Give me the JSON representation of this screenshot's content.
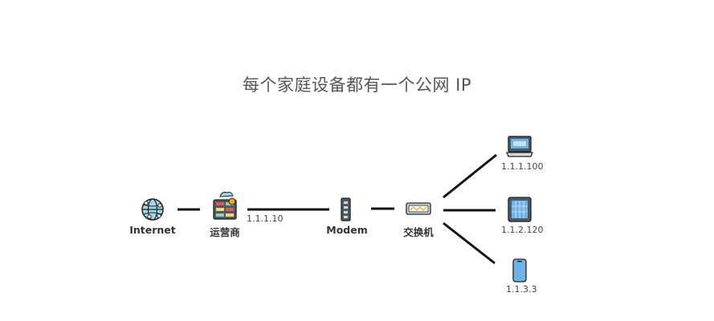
{
  "title": "每个家庭设备都有一个公网 IP",
  "nodes": {
    "internet": {
      "label": "Internet",
      "icon": "globe-icon"
    },
    "isp": {
      "label": "运营商",
      "icon": "server-rack-icon"
    },
    "modem": {
      "label": "Modem",
      "icon": "modem-icon"
    },
    "switch": {
      "label": "交换机",
      "icon": "network-switch-icon"
    }
  },
  "links": {
    "isp_modem_ip": "1.1.1.10"
  },
  "devices": [
    {
      "name": "laptop",
      "icon": "laptop-icon",
      "ip": "1.1.1.100"
    },
    {
      "name": "tablet",
      "icon": "tablet-icon",
      "ip": "1.1.2.120"
    },
    {
      "name": "phone",
      "icon": "phone-icon",
      "ip": "1.1.3.3"
    }
  ],
  "colors": {
    "line": "#111111",
    "globe": "#9fd6e8",
    "server": "#4a5a66",
    "screen_blue": "#6fb2e6",
    "warn_orange": "#f5a623"
  }
}
